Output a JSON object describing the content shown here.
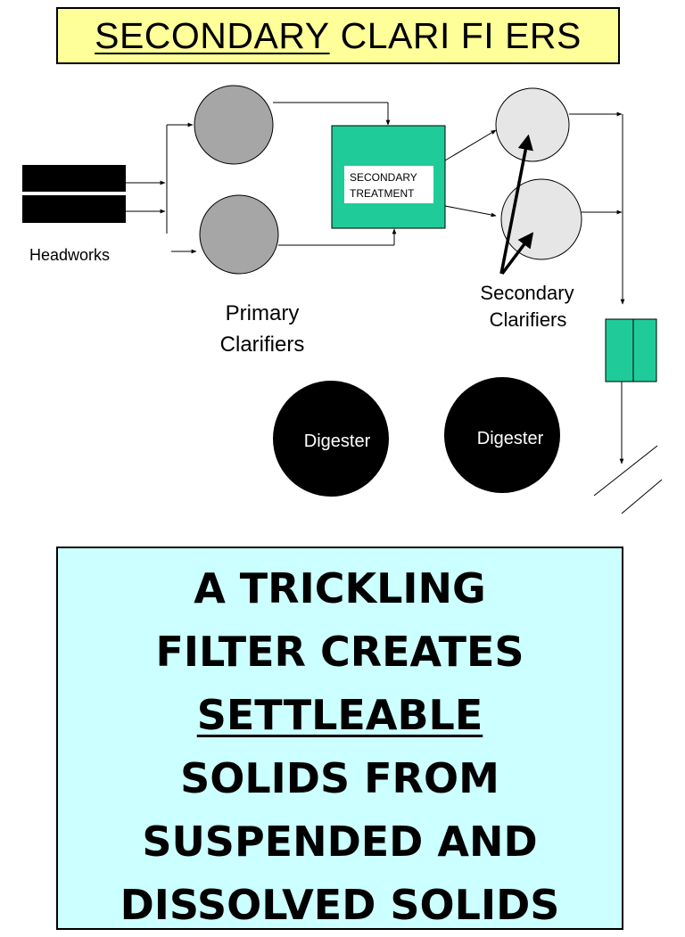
{
  "header": {
    "title_word1": "SECONDARY",
    "title_word2": "CLARI FI ERS",
    "background": "#ffff99"
  },
  "diagram": {
    "headworks_label": "Headworks",
    "primary_label_line1": "Primary",
    "primary_label_line2": "Clarifiers",
    "treatment_label_line1": "SECONDARY",
    "treatment_label_line2": "TREATMENT",
    "secondary_label_line1": "Secondary",
    "secondary_label_line2": "Clarifiers",
    "digester_left_label": "Digester",
    "digester_right_label": "Digester",
    "colors": {
      "primary_clarifier": "#a6a6a6",
      "secondary_clarifier": "#e6e6e6",
      "treatment": "#1fcc99",
      "digester": "#000000"
    }
  },
  "callout": {
    "line1": "A TRICKLING",
    "line2": "FILTER CREATES",
    "line3": "SETTLEABLE",
    "line4": "SOLIDS FROM",
    "line5": "SUSPENDED AND",
    "line6": "DISSOLVED SOLIDS",
    "background": "#ccffff"
  }
}
